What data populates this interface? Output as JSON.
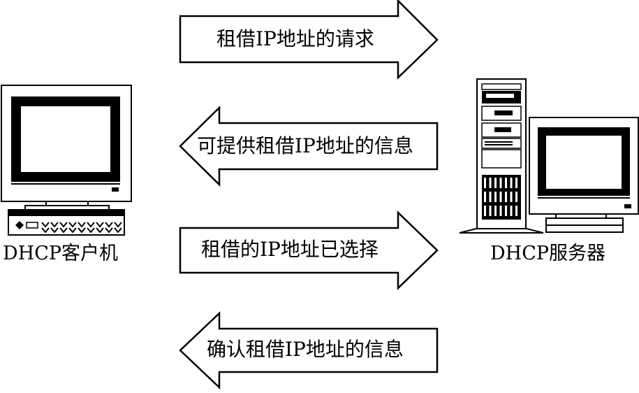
{
  "client": {
    "label": "DHCP客户机"
  },
  "server": {
    "label": "DHCP服务器"
  },
  "messages": [
    {
      "text": "租借IP地址的请求",
      "direction": "to-server"
    },
    {
      "text": "可提供租借IP地址的信息",
      "direction": "to-client"
    },
    {
      "text": "租借的IP地址已选择",
      "direction": "to-server"
    },
    {
      "text": "确认租借IP地址的信息",
      "direction": "to-client"
    }
  ],
  "icons": [
    "client-computer-icon",
    "server-tower-icon",
    "server-monitor-icon"
  ]
}
